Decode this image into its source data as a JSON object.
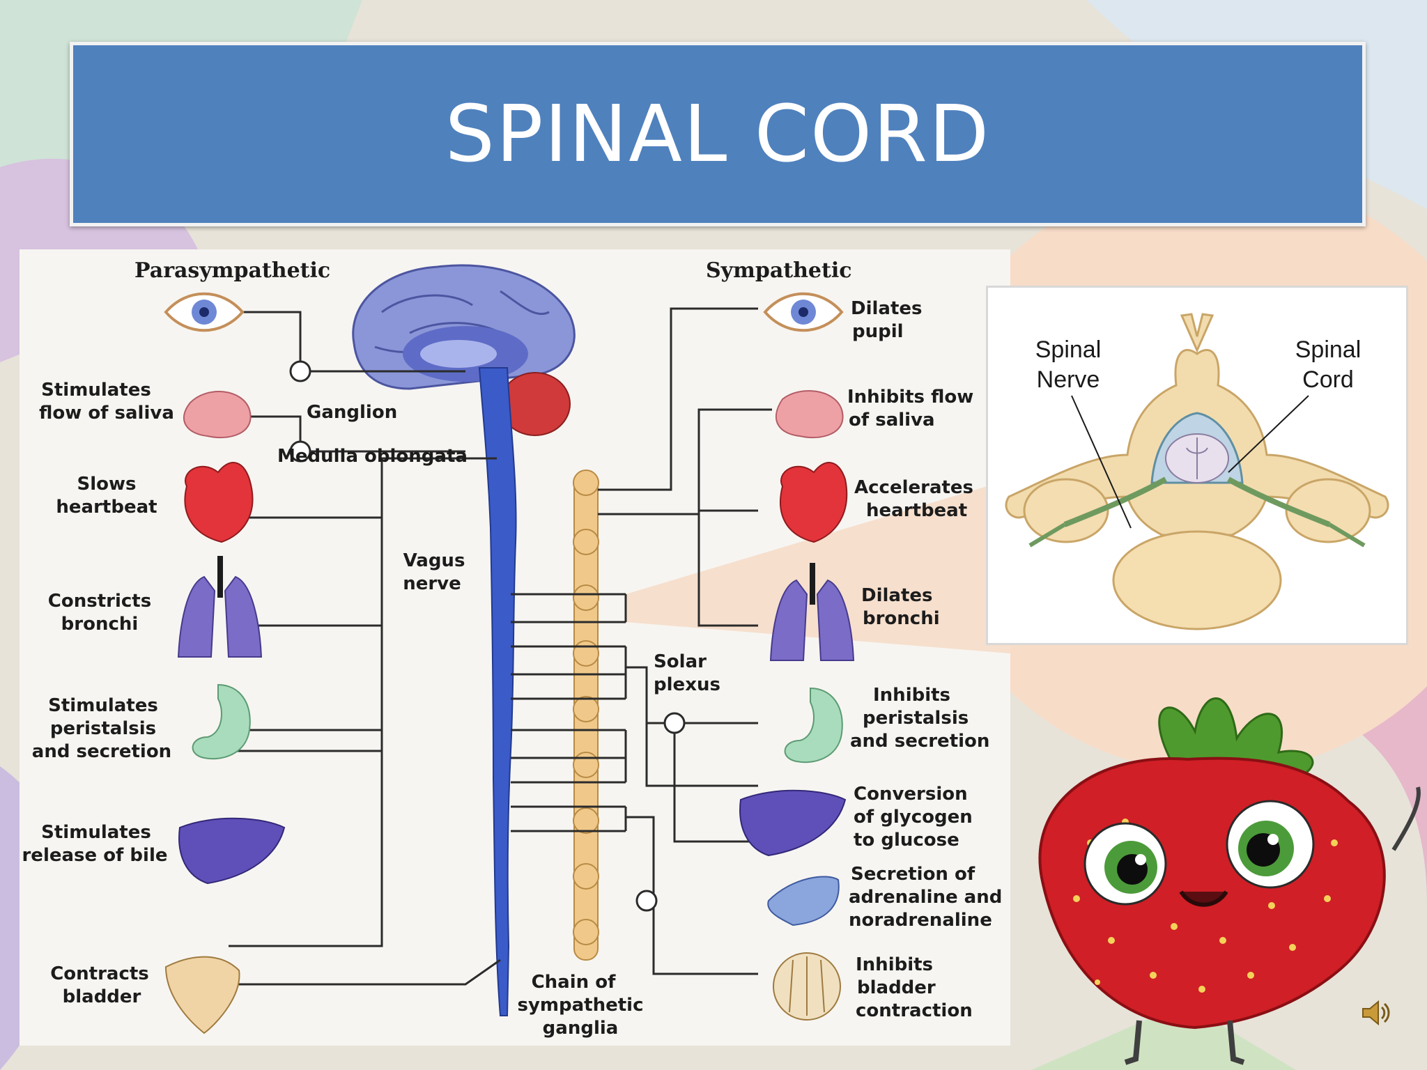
{
  "slide": {
    "title": "SPINAL CORD"
  },
  "diagram": {
    "left_header": "Parasympathetic",
    "right_header": "Sympathetic",
    "left_labels": {
      "saliva_1": "Stimulates",
      "saliva_2": "flow of saliva",
      "heart_1": "Slows",
      "heart_2": "heartbeat",
      "bronchi_1": "Constricts",
      "bronchi_2": "bronchi",
      "stomach_1": "Stimulates",
      "stomach_2": "peristalsis",
      "stomach_3": "and secretion",
      "bile_1": "Stimulates",
      "bile_2": "release of bile",
      "bladder_1": "Contracts",
      "bladder_2": "bladder"
    },
    "center_labels": {
      "ganglion": "Ganglion",
      "medulla": "Medulla oblongata",
      "vagus_1": "Vagus",
      "vagus_2": "nerve",
      "solar_1": "Solar",
      "solar_2": "plexus",
      "chain_1": "Chain of",
      "chain_2": "sympathetic",
      "chain_3": "ganglia"
    },
    "right_labels": {
      "pupil_1": "Dilates",
      "pupil_2": "pupil",
      "saliva_1": "Inhibits flow",
      "saliva_2": "of saliva",
      "heart_1": "Accelerates",
      "heart_2": "heartbeat",
      "bronchi_1": "Dilates",
      "bronchi_2": "bronchi",
      "stomach_1": "Inhibits",
      "stomach_2": "peristalsis",
      "stomach_3": "and secretion",
      "glycogen_1": "Conversion",
      "glycogen_2": "of glycogen",
      "glycogen_3": "to glucose",
      "adrenal_1": "Secretion of",
      "adrenal_2": "adrenaline and",
      "adrenal_3": "noradrenaline",
      "bladder_1": "Inhibits",
      "bladder_2": "bladder",
      "bladder_3": "contraction"
    }
  },
  "inset": {
    "nerve_1": "Spinal",
    "nerve_2": "Nerve",
    "cord_1": "Spinal",
    "cord_2": "Cord"
  },
  "colors": {
    "title_bar": "#4f81bd",
    "brain": "#8a96d8",
    "cord": "#3b5bc9",
    "chain": "#f0c98a",
    "zoom_highlight": "#f6d7c0"
  },
  "icons": {
    "speaker": "speaker-icon",
    "mascot": "strawberry-character"
  }
}
